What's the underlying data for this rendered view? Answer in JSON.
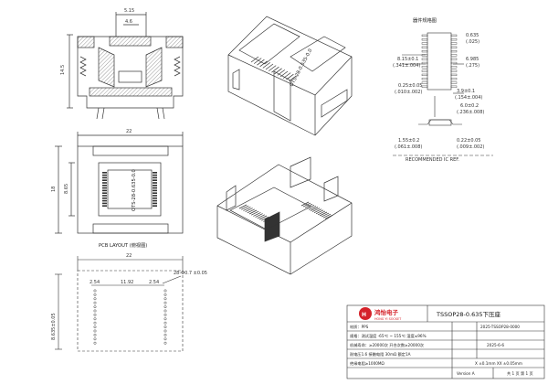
{
  "colors": {
    "line": "#333333",
    "thin": "#666666",
    "brand": "#d5222a",
    "hatch": "#555555"
  },
  "dims": {
    "top_width": "5.15",
    "top_inner": "4.6",
    "side_height": "14.5",
    "plan_width": "22",
    "plan_height": "18",
    "plan_inner": "8.65",
    "pcb_width": "22",
    "pcb_pitch_a": "2.54",
    "pcb_span": "11.92",
    "pcb_height": "8.635±0.05",
    "pcb_hole": "28-Φ0.7 ±0.05"
  },
  "socket_label": "OTS-28-0.635-0.0",
  "pcb_layout_label": "PCB LAYOUT (俯视图)",
  "ic": {
    "title": "器件规格图",
    "d1": "0.635",
    "d1_in": "(.025)",
    "d2": "8.15±0.1",
    "d2_in": "(.341±.004)",
    "d3": "6.985",
    "d3_in": "(.275)",
    "d4": "0.25±0.05",
    "d4_in": "(.010±.002)",
    "d5": "3.9±0.1",
    "d5_in": "(.154±.004)",
    "d6": "6.0±0.2",
    "d6_in": "(.236±.008)",
    "d7": "1.55±0.2",
    "d7_in": "(.061±.008)",
    "d8": "0.22±0.05",
    "d8_in": "(.009±.002)",
    "footer": "RECOMMENDED IC    REF."
  },
  "title_block": {
    "brand": "鸿怡电子",
    "brand_en": "HONG YI SOCKET",
    "title": "TSSOP28-0.635下压座",
    "material_label": "材质：PPS",
    "part_no": "2025-TSSOP28-0000",
    "spec_label": "规格：测试温度 -65℃ ~ 155℃  湿度≤96%",
    "spec_value": "",
    "mech_label": "机械寿命：≥20000次  开合次数≥20000次",
    "date": "2025-6-6",
    "elec_label": "耐电压1.6 接触电阻 30mΩ  额定1A",
    "scale_label": "",
    "insul_label": "绝缘电阻≥1000MΩ",
    "tolerance": "X ±0.1mm   XX ±0.05mm",
    "version": "Version  A",
    "sheet": "共 1 页 第 1 页"
  }
}
